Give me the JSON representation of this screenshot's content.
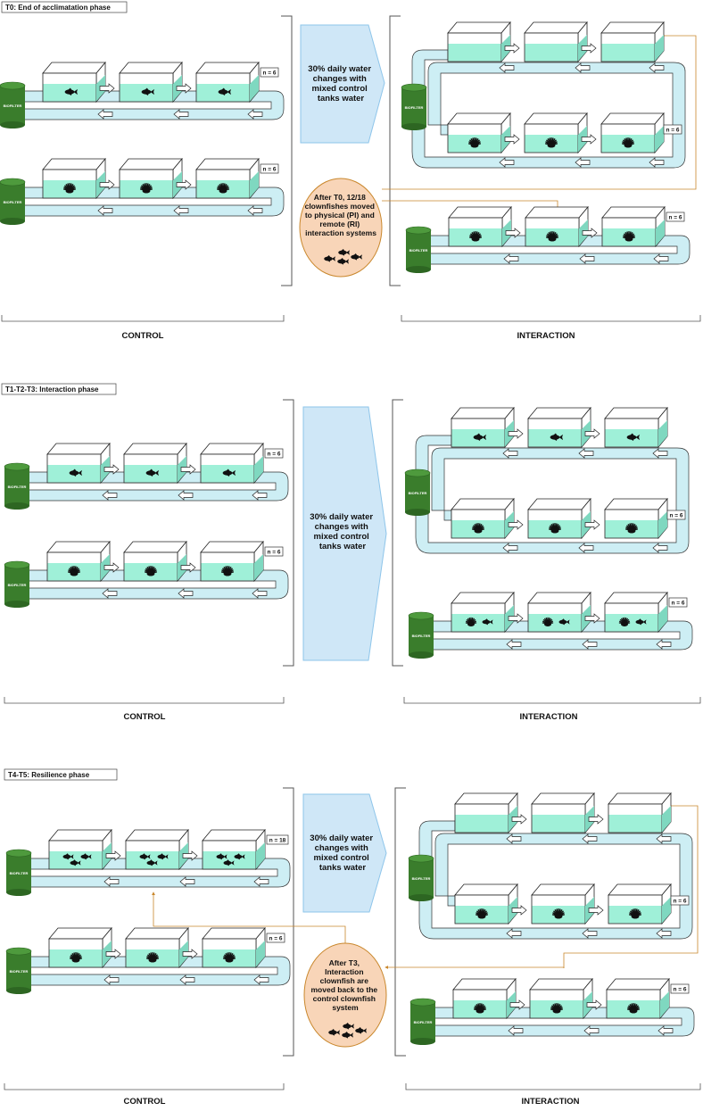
{
  "panels": [
    {
      "phase_label": "T0: End of acclimatation phase",
      "water_change_text": [
        "30% daily water",
        "changes with",
        "mixed control",
        "tanks water"
      ],
      "transfer_text": [
        "After T0, 12/18",
        "clownfishes moved",
        "to physical (PI) and",
        "remote (RI)",
        "interaction systems"
      ],
      "control_label": "CONTROL",
      "interaction_label": "INTERACTION",
      "control_systems": [
        {
          "n_label": "n = 6",
          "biofilter": "BIOFILTER",
          "tank_contents": [
            "clownfish",
            "clownfish",
            "clownfish"
          ]
        },
        {
          "n_label": "n = 6",
          "biofilter": "BIOFILTER",
          "tank_contents": [
            "anemone",
            "anemone",
            "anemone"
          ]
        }
      ],
      "interaction_systems": [
        {
          "n_label": "n = 6",
          "biofilter": "BIOFILTER",
          "tank_contents": [
            "empty",
            "empty",
            "empty"
          ],
          "lower_tank_contents": [
            "anemone",
            "anemone",
            "anemone"
          ]
        },
        {
          "n_label": "n = 6",
          "biofilter": "BIOFILTER",
          "tank_contents": [
            "anemone",
            "anemone",
            "anemone"
          ]
        }
      ]
    },
    {
      "phase_label": "T1-T2-T3: Interaction phase",
      "water_change_text": [
        "30% daily water",
        "changes with",
        "mixed control",
        "tanks water"
      ],
      "control_label": "CONTROL",
      "interaction_label": "INTERACTION",
      "control_systems": [
        {
          "n_label": "n = 6",
          "biofilter": "BIOFILTER",
          "tank_contents": [
            "clownfish",
            "clownfish",
            "clownfish"
          ]
        },
        {
          "n_label": "n = 6",
          "biofilter": "BIOFILTER",
          "tank_contents": [
            "anemone",
            "anemone",
            "anemone"
          ]
        }
      ],
      "interaction_systems": [
        {
          "n_label": "n = 6",
          "biofilter": "BIOFILTER",
          "tank_contents": [
            "clownfish",
            "clownfish",
            "clownfish"
          ],
          "lower_tank_contents": [
            "anemone",
            "anemone",
            "anemone"
          ]
        },
        {
          "n_label": "n = 6",
          "biofilter": "BIOFILTER",
          "tank_contents": [
            "anemone+fish",
            "anemone+fish",
            "anemone+fish"
          ]
        }
      ]
    },
    {
      "phase_label": "T4-T5: Resilience phase",
      "water_change_text": [
        "30% daily water",
        "changes with",
        "mixed control",
        "tanks water"
      ],
      "transfer_text": [
        "After T3,",
        "Interaction",
        "clownfish are",
        "moved back to the",
        "control clownfish",
        "system"
      ],
      "control_label": "CONTROL",
      "interaction_label": "INTERACTION",
      "control_systems": [
        {
          "n_label": "n = 18",
          "biofilter": "BIOFILTER",
          "tank_contents": [
            "school",
            "school",
            "school"
          ]
        },
        {
          "n_label": "n = 6",
          "biofilter": "BIOFILTER",
          "tank_contents": [
            "anemone",
            "anemone",
            "anemone"
          ]
        }
      ],
      "interaction_systems": [
        {
          "n_label": "n = 6",
          "biofilter": "BIOFILTER",
          "tank_contents": [
            "empty",
            "empty",
            "empty"
          ],
          "lower_tank_contents": [
            "anemone",
            "anemone",
            "anemone"
          ]
        },
        {
          "n_label": "n = 6",
          "biofilter": "BIOFILTER",
          "tank_contents": [
            "anemone",
            "anemone",
            "anemone"
          ]
        }
      ]
    }
  ],
  "colors": {
    "water": "#9ff0d8",
    "pipe": "#cdeef4",
    "biofilter": "#3a7d2c",
    "arrow_box": "#cfe7f7",
    "transfer_oval": "#f8d5b8",
    "transfer_line": "#c9872c"
  }
}
